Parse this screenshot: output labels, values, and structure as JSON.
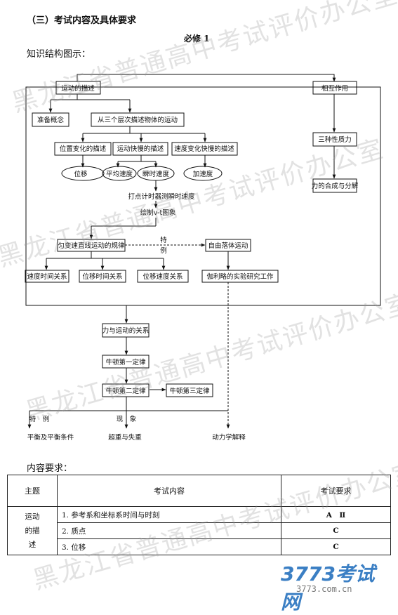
{
  "header": {
    "section_title": "（三）考试内容及具体要求",
    "module_title": "必修 1",
    "structure_title": "知识结构图示：",
    "content_title": "内容要求："
  },
  "diagram": {
    "nodes": {
      "motion_desc": "运动的描述",
      "interaction": "相互作用",
      "prep_concepts": "准备概念",
      "three_levels": "从三个层次描述物体的运动",
      "pos_change": "位置变化的描述",
      "fast_slow": "运动快慢的描述",
      "vel_change": "速度变化快慢的描述",
      "displacement": "位移",
      "avg_speed": "平均速度",
      "inst_speed": "瞬时速度",
      "acceleration": "加速度",
      "three_forces": "三种性质力",
      "compose": "力的合成与分解",
      "timer": "打点计时器测瞬时速度",
      "vt_graph": "绘制v-t图象",
      "uniform": "匀变速直线运动的规律",
      "free_fall": "自由落体运动",
      "special": "特",
      "case": "例",
      "vt_rel": "速度时间关系",
      "xt_rel": "位移时间关系",
      "xv_rel": "位移速度关系",
      "galileo": "伽利略的实验研究工作",
      "force_motion": "力与运动的关系",
      "newton1": "牛顿第一定律",
      "newton2": "牛顿第二定律",
      "newton3": "牛顿第三定律",
      "special_case": "特　例",
      "phenomenon": "现　象",
      "balance": "平衡及平衡条件",
      "overweight": "超重与失重",
      "dynamics": "动力学解释"
    }
  },
  "table": {
    "headers": [
      "主题",
      "考试内容",
      "考试要求"
    ],
    "topic_lines": [
      "运动",
      "的描",
      "述"
    ],
    "rows": [
      {
        "content": "1. 参考系和坐标系时间与时刻",
        "level": "A　Ⅱ"
      },
      {
        "content": "2.  质点",
        "level": "C"
      },
      {
        "content": "3.  位移",
        "level": "C"
      }
    ]
  },
  "watermark": {
    "text": "黑龙江省普通高中考试评价办公室"
  },
  "logo": {
    "main": "3773考试网",
    "sub": "3773.com.cn"
  },
  "colors": {
    "logo_blue": "#3b7fc4",
    "watermark_gray": "#969696"
  }
}
